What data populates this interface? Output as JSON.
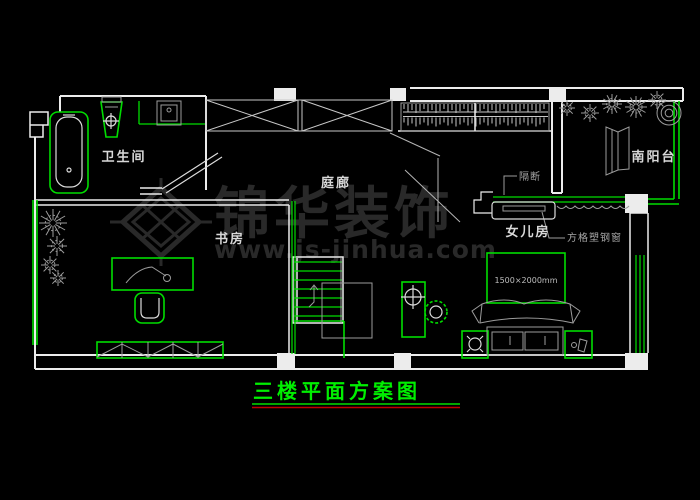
{
  "plan": {
    "title": "三楼平面方案图",
    "rooms": [
      {
        "id": "bathroom",
        "label": "卫生间"
      },
      {
        "id": "corridor",
        "label": "庭廊"
      },
      {
        "id": "study",
        "label": "书房"
      },
      {
        "id": "daughter-room",
        "label": "女儿房"
      },
      {
        "id": "south-balcony",
        "label": "南阳台"
      }
    ],
    "annotations": {
      "partition_label": "隔断",
      "window_label": "方格塑钢窗",
      "bed_size": "1500×2000mm"
    }
  },
  "watermark": {
    "brand": "锦华装饰",
    "website": "www.js-jinhua.com"
  },
  "colors": {
    "background": "#000000",
    "wall_white": "#ececec",
    "fixture_green": "#00dd00",
    "furniture_gray": "#9c9c9c",
    "title_green": "#00ef00",
    "underline_red": "#c00000",
    "watermark_gray": "#292929"
  }
}
